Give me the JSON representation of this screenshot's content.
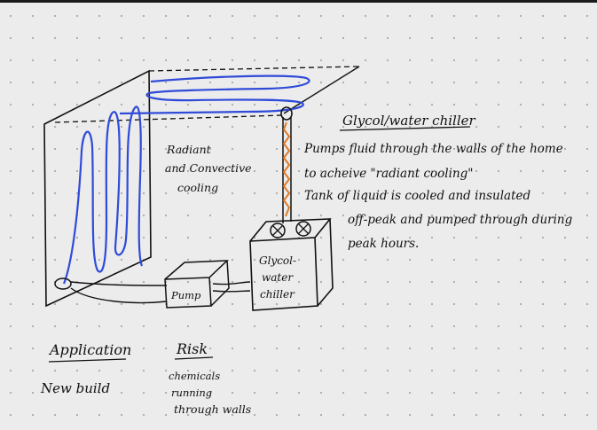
{
  "heading": "Glycol/water chiller",
  "description": {
    "line1": "Pumps fluid through the walls of the home",
    "line2": "to acheive \"radiant cooling\"",
    "line3": "Tank of liquid is cooled and insulated",
    "line4": "off-peak and pumped through during",
    "line5": "peak hours."
  },
  "room_label": {
    "line1": "Radiant",
    "line2": "and Convective",
    "line3": "cooling"
  },
  "pump_label": "Pump",
  "chiller_label": {
    "line1": "Glycol-",
    "line2": "water",
    "line3": "chiller"
  },
  "application": {
    "title": "Application",
    "value": "New build"
  },
  "risk": {
    "title": "Risk",
    "line1": "chemicals",
    "line2": "running",
    "line3": "through walls"
  },
  "colors": {
    "pipe_blue": "#2f4bd8",
    "riser_orange": "#e07a25",
    "ink": "#111111",
    "paper": "#ececec",
    "dots": "#a9a9a9"
  }
}
